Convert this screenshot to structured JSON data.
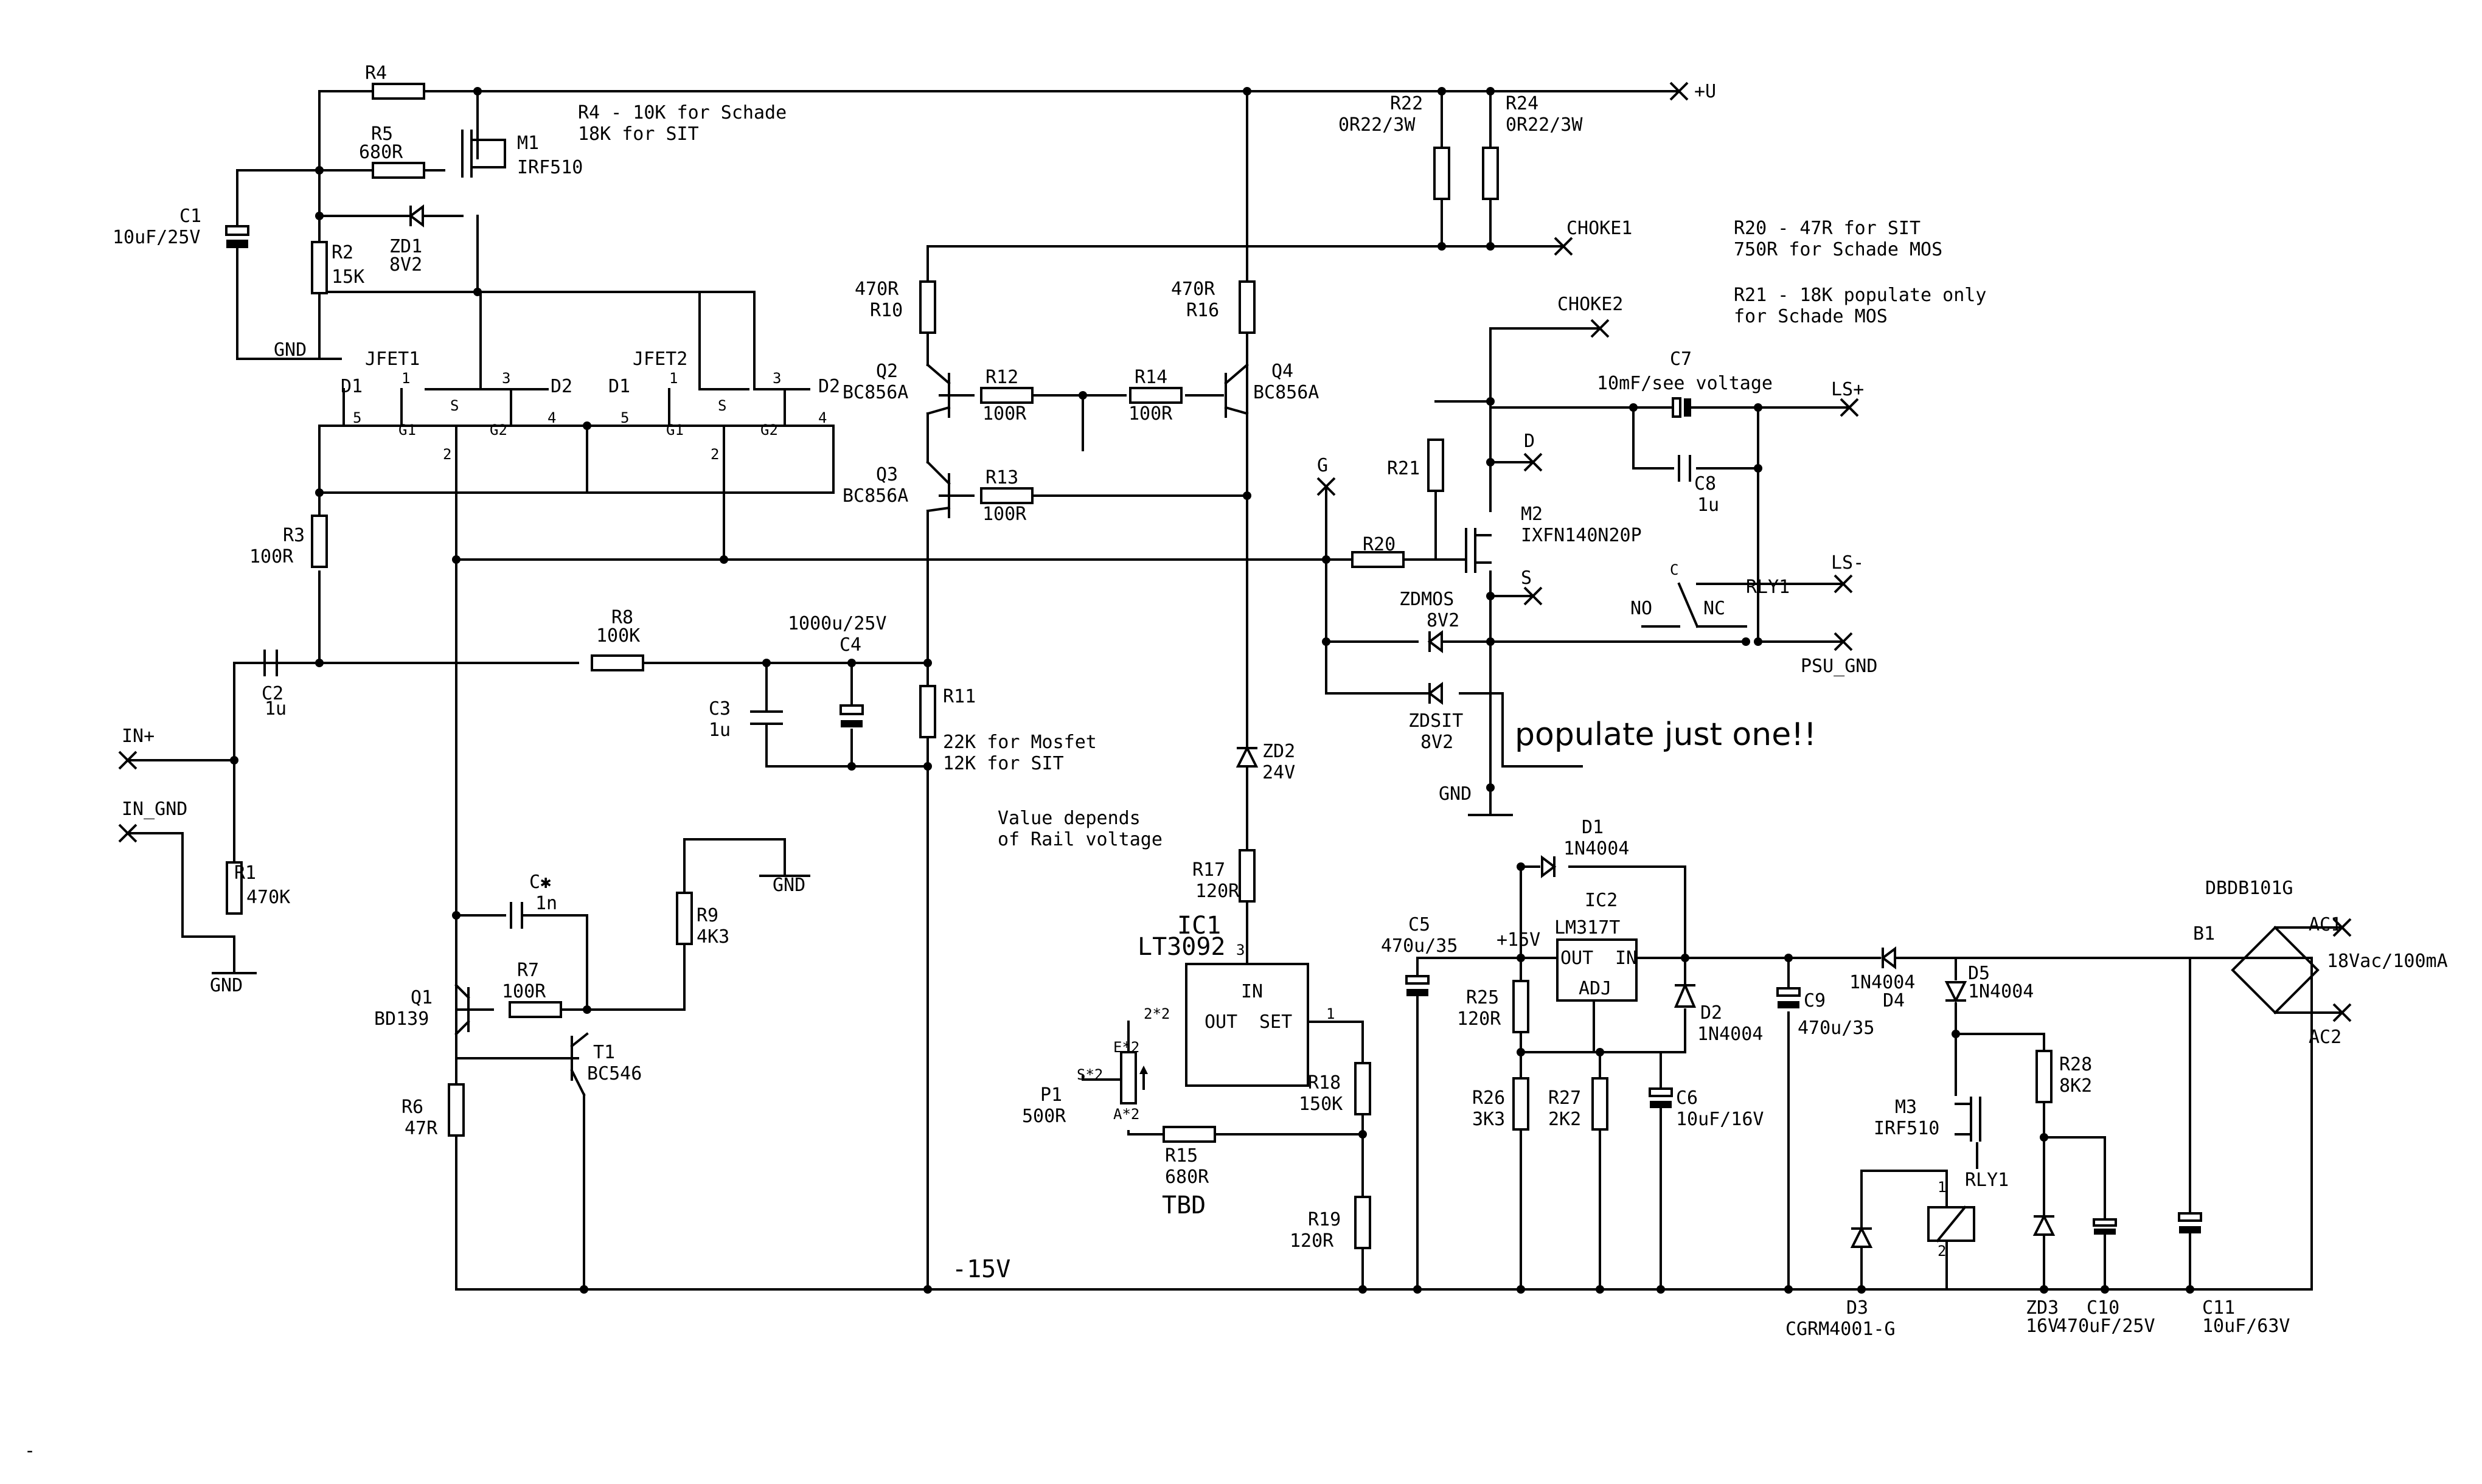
{
  "components": {
    "R4": {
      "ref": "R4"
    },
    "R5": {
      "ref": "R5",
      "value": "680R"
    },
    "M1": {
      "ref": "M1",
      "value": "IRF510"
    },
    "C1": {
      "ref": "C1",
      "value": "10uF/25V"
    },
    "ZD1": {
      "ref": "ZD1",
      "value": "8V2"
    },
    "R2": {
      "ref": "R2",
      "value": "15K"
    },
    "JFET1": {
      "ref": "JFET1"
    },
    "JFET2": {
      "ref": "JFET2"
    },
    "R3": {
      "ref": "R3",
      "value": "100R"
    },
    "R8": {
      "ref": "R8",
      "value": "100K"
    },
    "C2": {
      "ref": "C2",
      "value": "1u"
    },
    "R1": {
      "ref": "R1",
      "value": "470K"
    },
    "R10": {
      "ref": "R10",
      "value": "470R"
    },
    "R16": {
      "ref": "R16",
      "value": "470R"
    },
    "Q2": {
      "ref": "Q2",
      "value": "BC856A"
    },
    "Q3": {
      "ref": "Q3",
      "value": "BC856A"
    },
    "Q4": {
      "ref": "Q4",
      "value": "BC856A"
    },
    "R12": {
      "ref": "R12",
      "value": "100R"
    },
    "R13": {
      "ref": "R13",
      "value": "100R"
    },
    "R14": {
      "ref": "R14",
      "value": "100R"
    },
    "R22": {
      "ref": "R22",
      "value": "0R22/3W"
    },
    "R24": {
      "ref": "R24",
      "value": "0R22/3W"
    },
    "C3": {
      "ref": "C3",
      "value": "1u"
    },
    "C4": {
      "ref": "C4",
      "value": "1000u/25V"
    },
    "R11": {
      "ref": "R11",
      "value1": "22K for Mosfet",
      "value2": "12K for SIT"
    },
    "ZD2": {
      "ref": "ZD2",
      "value": "24V"
    },
    "R17": {
      "ref": "R17",
      "value": "120R"
    },
    "IC1": {
      "ref": "IC1",
      "value": "LT3092"
    },
    "P1": {
      "ref": "P1",
      "value": "500R"
    },
    "R15": {
      "ref": "R15",
      "value": "680R"
    },
    "R18": {
      "ref": "R18",
      "value": "150K"
    },
    "R19": {
      "ref": "R19",
      "value": "120R"
    },
    "CX": {
      "ref": "C✱",
      "value": "1n"
    },
    "R7": {
      "ref": "R7",
      "value": "100R"
    },
    "R9": {
      "ref": "R9",
      "value": "4K3"
    },
    "Q1": {
      "ref": "Q1",
      "value": "BD139"
    },
    "T1": {
      "ref": "T1",
      "value": "BC546"
    },
    "R6": {
      "ref": "R6",
      "value": "47R"
    },
    "C7": {
      "ref": "C7",
      "value": "10mF/see voltage"
    },
    "C8": {
      "ref": "C8",
      "value": "1u"
    },
    "R21": {
      "ref": "R21"
    },
    "M2": {
      "ref": "M2",
      "value": "IXFN140N20P"
    },
    "R20": {
      "ref": "R20"
    },
    "RLY1": {
      "ref": "RLY1"
    },
    "ZDMOS": {
      "ref": "ZDMOS",
      "value": "8V2"
    },
    "ZDSIT": {
      "ref": "ZDSIT",
      "value": "8V2"
    },
    "D1": {
      "ref": "D1",
      "value": "1N4004"
    },
    "IC2": {
      "ref": "IC2",
      "value": "LM317T"
    },
    "C5": {
      "ref": "C5",
      "value": "470u/35"
    },
    "R25": {
      "ref": "R25",
      "value": "120R"
    },
    "R26": {
      "ref": "R26",
      "value": "3K3"
    },
    "R27": {
      "ref": "R27",
      "value": "2K2"
    },
    "C6": {
      "ref": "C6",
      "value": "10uF/16V"
    },
    "D2": {
      "ref": "D2",
      "value": "1N4004"
    },
    "C9": {
      "ref": "C9",
      "value": "470u/35"
    },
    "D4": {
      "ref": "D4",
      "value": "1N4004"
    },
    "D5": {
      "ref": "D5",
      "value": "1N4004"
    },
    "B1": {
      "ref": "B1",
      "value": "DBDB101G"
    },
    "R28": {
      "ref": "R28",
      "value": "8K2"
    },
    "M3": {
      "ref": "M3",
      "value": "IRF510"
    },
    "D3": {
      "ref": "D3",
      "value": "CGRM4001-G"
    },
    "ZD3": {
      "ref": "ZD3",
      "value": "16V"
    },
    "C10": {
      "ref": "C10",
      "value": "470uF/25V"
    },
    "C11": {
      "ref": "C11",
      "value": "10uF/63V"
    }
  },
  "nets": {
    "plus_u": "+U",
    "choke1": "CHOKE1",
    "choke2": "CHOKE2",
    "ls_plus": "LS+",
    "ls_minus": "LS-",
    "psu_gnd": "PSU_GND",
    "in_plus": "IN+",
    "in_gnd": "IN_GND",
    "gnd": "GND",
    "g": "G",
    "d": "D",
    "s": "S",
    "ac1": "AC1",
    "ac2": "AC2",
    "ac_note": "18Vac/100mA",
    "minus15": "-15V",
    "plus15": "+15V"
  },
  "pins": {
    "d1": "D1",
    "d2": "D2",
    "g1": "G1",
    "g2": "G2",
    "s": "S",
    "p1": "1",
    "p2": "2",
    "p3": "3",
    "p4": "4",
    "p5": "5",
    "ic_in": "IN",
    "ic_out": "OUT",
    "ic_set": "SET",
    "ic_adj": "ADJ",
    "rly_c": "C",
    "rly_no": "NO",
    "rly_nc": "NC",
    "p_e": "E*2",
    "p_s": "S*2",
    "p_a": "A*2",
    "p_22": "2*2",
    "p_ic3": "3"
  },
  "notes": {
    "r4_line1": "R4 - 10K for Schade",
    "r4_line2": "18K for SIT",
    "r20_line1": "R20 - 47R for SIT",
    "r20_line2": "750R for Schade MOS",
    "r21_line1": "R21 - 18K populate only",
    "r21_line2": "for Schade MOS",
    "populate": "populate just one!!",
    "zd2_line1": "Value depends",
    "zd2_line2": "of Rail voltage",
    "tbd": "TBD",
    "dash": "-"
  }
}
